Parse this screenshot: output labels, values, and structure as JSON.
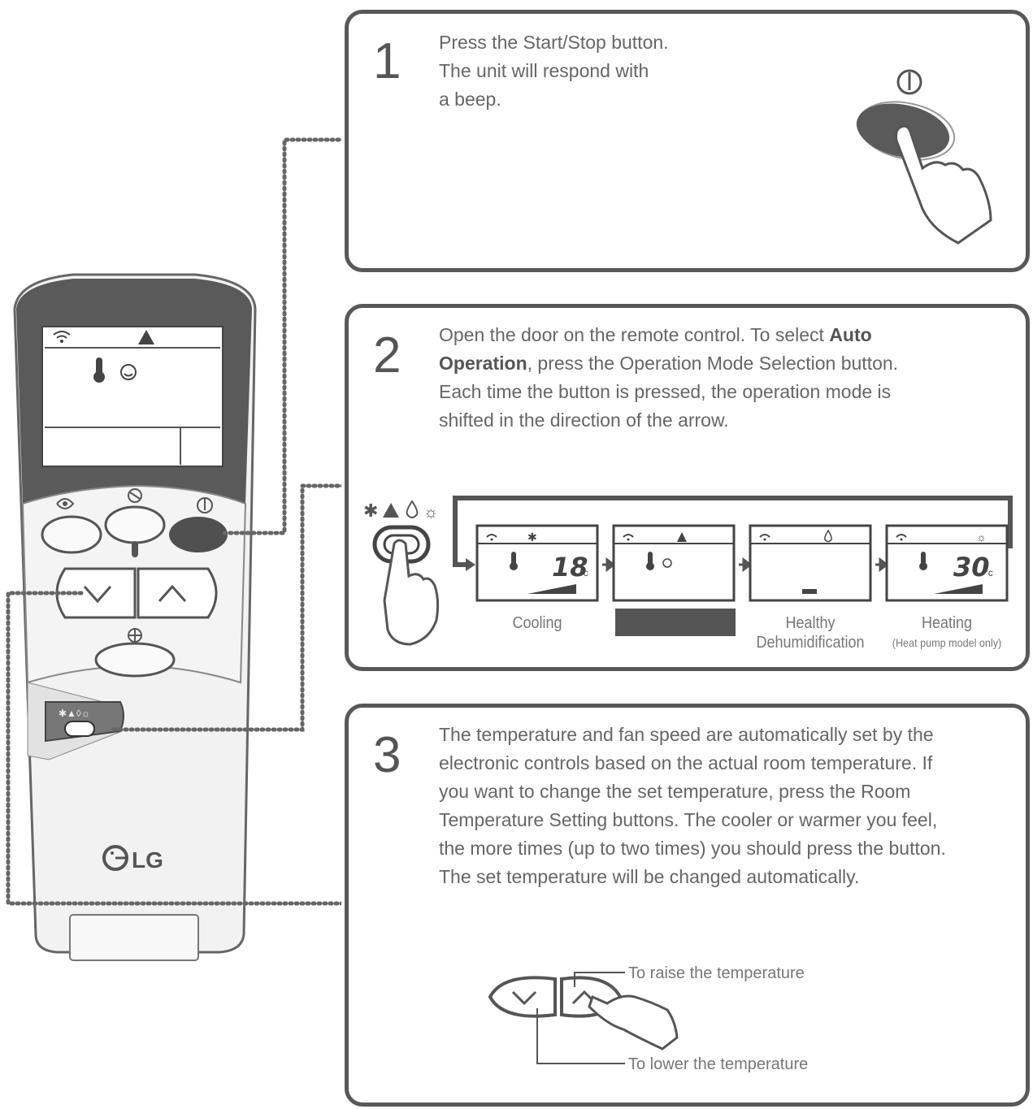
{
  "step1": {
    "number": "1",
    "lines": [
      "Press the Start/Stop button.",
      "The unit will respond with",
      "a beep."
    ]
  },
  "step2": {
    "number": "2",
    "text_before_bold": "Open the door on the remote control. To select ",
    "bold_part1": "Auto",
    "bold_part2": "Operation",
    "text_after_bold": ", press the Operation Mode Selection button.",
    "line3": "Each time the button is pressed, the operation mode is",
    "line4": "shifted in the direction of the arrow.",
    "modes": [
      {
        "label": "Cooling",
        "temp": "18",
        "unit": "°c"
      },
      {
        "label": "",
        "temp": "",
        "unit": ""
      },
      {
        "label_line1": "Healthy",
        "label_line2": "Dehumidification",
        "temp": "",
        "unit": ""
      },
      {
        "label_line1": "Heating",
        "label_line2": "(Heat pump model only)",
        "temp": "30",
        "unit": "°c"
      }
    ]
  },
  "step3": {
    "number": "3",
    "lines": [
      "The temperature and fan speed are automatically set by the",
      "electronic controls based on the actual room temperature. If",
      "you want to change the set temperature, press the Room",
      "Temperature Setting buttons. The cooler or warmer you feel,",
      "the more times (up to two times) you should press the button.",
      "The set temperature will be changed automatically."
    ],
    "raise_label": "To raise the temperature",
    "lower_label": "To lower the temperature"
  },
  "remote": {
    "brand": "LG"
  },
  "colors": {
    "panel_border": "#585858",
    "text": "#666666",
    "remote_body": "#f2f2f2",
    "remote_dark": "#555555",
    "start_button": "#505050"
  },
  "icons": [
    "power-icon",
    "fan-swing-icon",
    "jet-icon",
    "thermometer-icon",
    "fan-speed-icon",
    "snowflake-icon",
    "auto-icon",
    "drop-icon",
    "sun-icon",
    "wifi-signal-icon",
    "smiley-icon",
    "pointing-hand-icon",
    "lg-logo"
  ]
}
